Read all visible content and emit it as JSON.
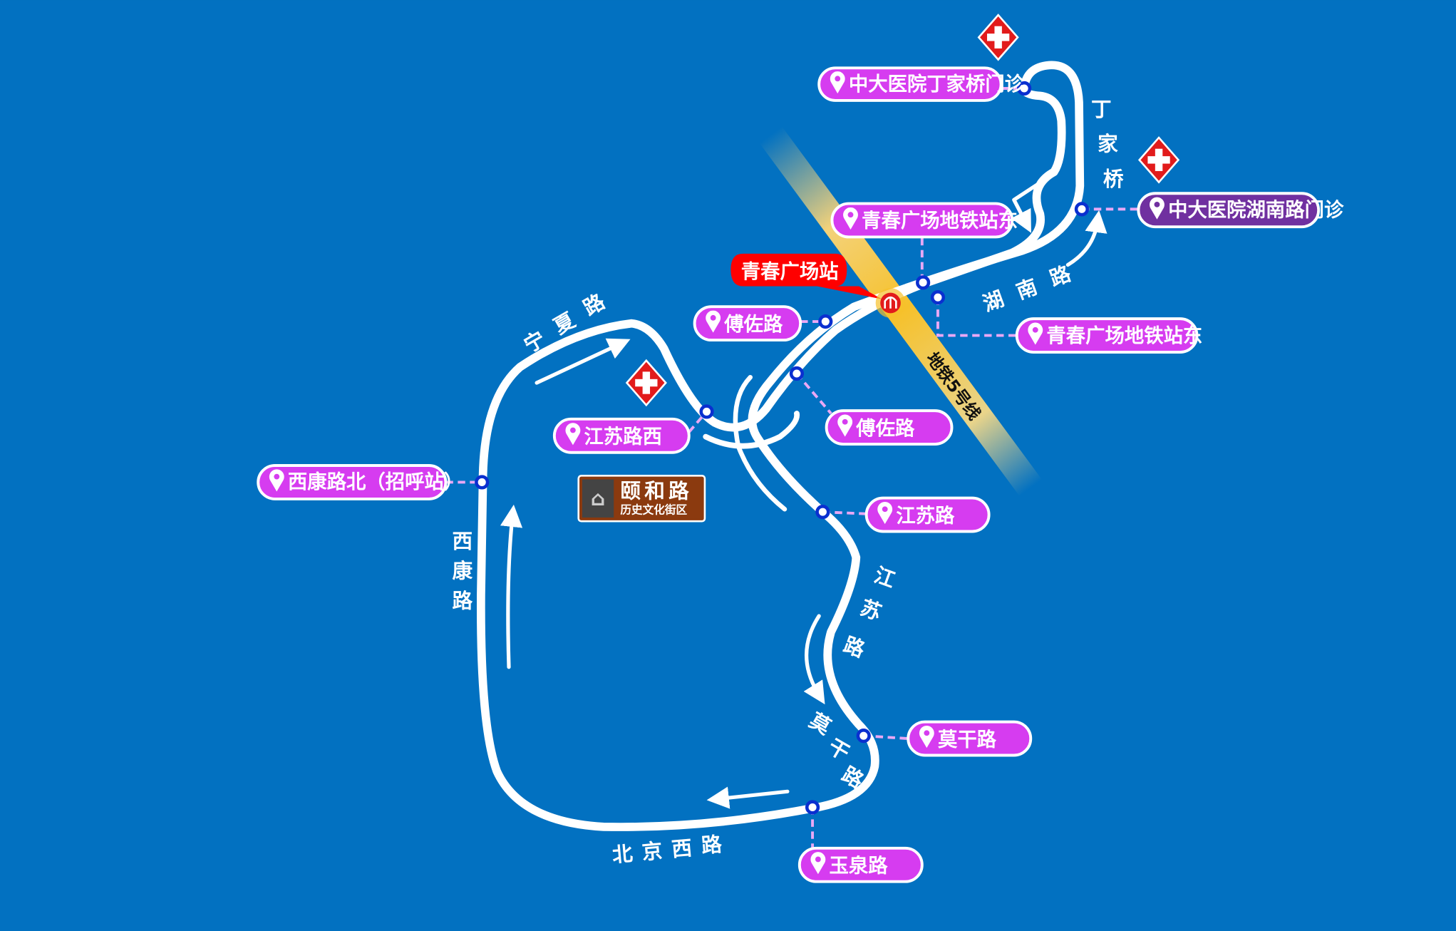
{
  "colors": {
    "background": "#0271c1",
    "stop_pill": "#d63cf0",
    "hospital_pill": "#7030a0",
    "metro_label": "#ff0000",
    "metro_line": "#f6c12b",
    "stop_dot": "#0a2fd0",
    "heritage_sign": "#8b3a0f"
  },
  "metro": {
    "station": "青春广场站",
    "line": "地铁5号线",
    "icon": "metro-logo-icon"
  },
  "roads": {
    "ningxia": [
      "宁",
      "夏",
      "路"
    ],
    "dingjiaqiao": [
      "丁",
      "家",
      "桥"
    ],
    "hunan": [
      "湖",
      "南",
      "路"
    ],
    "xikang": [
      "西",
      "康",
      "路"
    ],
    "jiangsu": [
      "江",
      "苏",
      "路"
    ],
    "moganshan": [
      "莫",
      "干",
      "路"
    ],
    "beijingxi": [
      "北",
      "京",
      "西",
      "路"
    ]
  },
  "stops": [
    {
      "name": "中大医院丁家桥门诊",
      "type": "stop"
    },
    {
      "name": "中大医院湖南路门诊",
      "type": "hospital"
    },
    {
      "name": "青春广场地铁站东",
      "type": "stop"
    },
    {
      "name": "青春广场地铁站东",
      "type": "stop"
    },
    {
      "name": "傅佐路",
      "type": "stop"
    },
    {
      "name": "傅佐路",
      "type": "stop"
    },
    {
      "name": "江苏路西",
      "type": "stop"
    },
    {
      "name": "西康路北（招呼站）",
      "type": "stop"
    },
    {
      "name": "江苏路",
      "type": "stop"
    },
    {
      "name": "莫干路",
      "type": "stop"
    },
    {
      "name": "玉泉路",
      "type": "stop"
    }
  ],
  "landmark": {
    "title": "颐和路",
    "subtitle": "历史文化街区"
  },
  "icons": [
    "hospital-icon",
    "location-pin-icon",
    "direction-arrow-icon"
  ]
}
